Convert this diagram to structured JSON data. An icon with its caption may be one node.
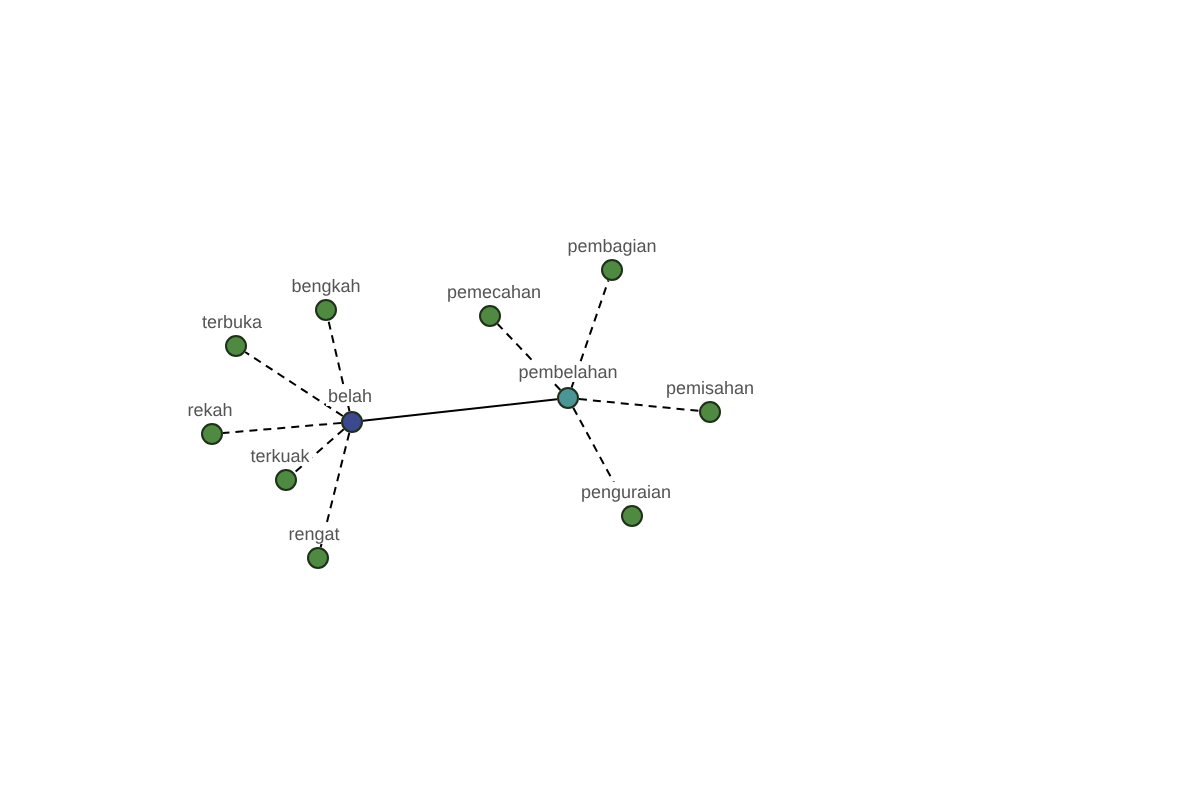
{
  "diagram": {
    "nodes": [
      {
        "text": [],
        "shape": "circle",
        "beside": [
          "belah"
        ]
      },
      {
        "text": [],
        "shape": "circle",
        "beside": [
          "bengkah"
        ]
      },
      {
        "text": [],
        "shape": "circle",
        "beside": [
          "terbuka"
        ]
      },
      {
        "text": [],
        "shape": "circle",
        "beside": [
          "rekah"
        ]
      },
      {
        "text": [],
        "shape": "circle",
        "beside": [
          "terkuak"
        ]
      },
      {
        "text": [],
        "shape": "circle",
        "beside": [
          "rengat"
        ]
      },
      {
        "text": [],
        "shape": "circle",
        "beside": [
          "pembelahan"
        ]
      },
      {
        "text": [],
        "shape": "circle",
        "beside": [
          "pemecahan"
        ]
      },
      {
        "text": [],
        "shape": "circle",
        "beside": [
          "pembagian"
        ]
      },
      {
        "text": [],
        "shape": "circle",
        "beside": [
          "pemisahan"
        ]
      },
      {
        "text": [],
        "shape": "circle",
        "beside": [
          "penguraian"
        ]
      }
    ],
    "edges": [
      {
        "from": 0,
        "to": 6,
        "arrow": "none"
      },
      {
        "from": 0,
        "to": 1,
        "arrow": "none",
        "style": "dashed"
      },
      {
        "from": 0,
        "to": 2,
        "arrow": "none",
        "style": "dashed"
      },
      {
        "from": 0,
        "to": 3,
        "arrow": "none",
        "style": "dashed"
      },
      {
        "from": 0,
        "to": 4,
        "arrow": "none",
        "style": "dashed"
      },
      {
        "from": 0,
        "to": 5,
        "arrow": "none",
        "style": "dashed"
      },
      {
        "from": 6,
        "to": 7,
        "arrow": "none",
        "style": "dashed"
      },
      {
        "from": 6,
        "to": 8,
        "arrow": "none",
        "style": "dashed"
      },
      {
        "from": 6,
        "to": 9,
        "arrow": "none",
        "style": "dashed"
      },
      {
        "from": 6,
        "to": 10,
        "arrow": "none",
        "style": "dashed"
      }
    ]
  }
}
